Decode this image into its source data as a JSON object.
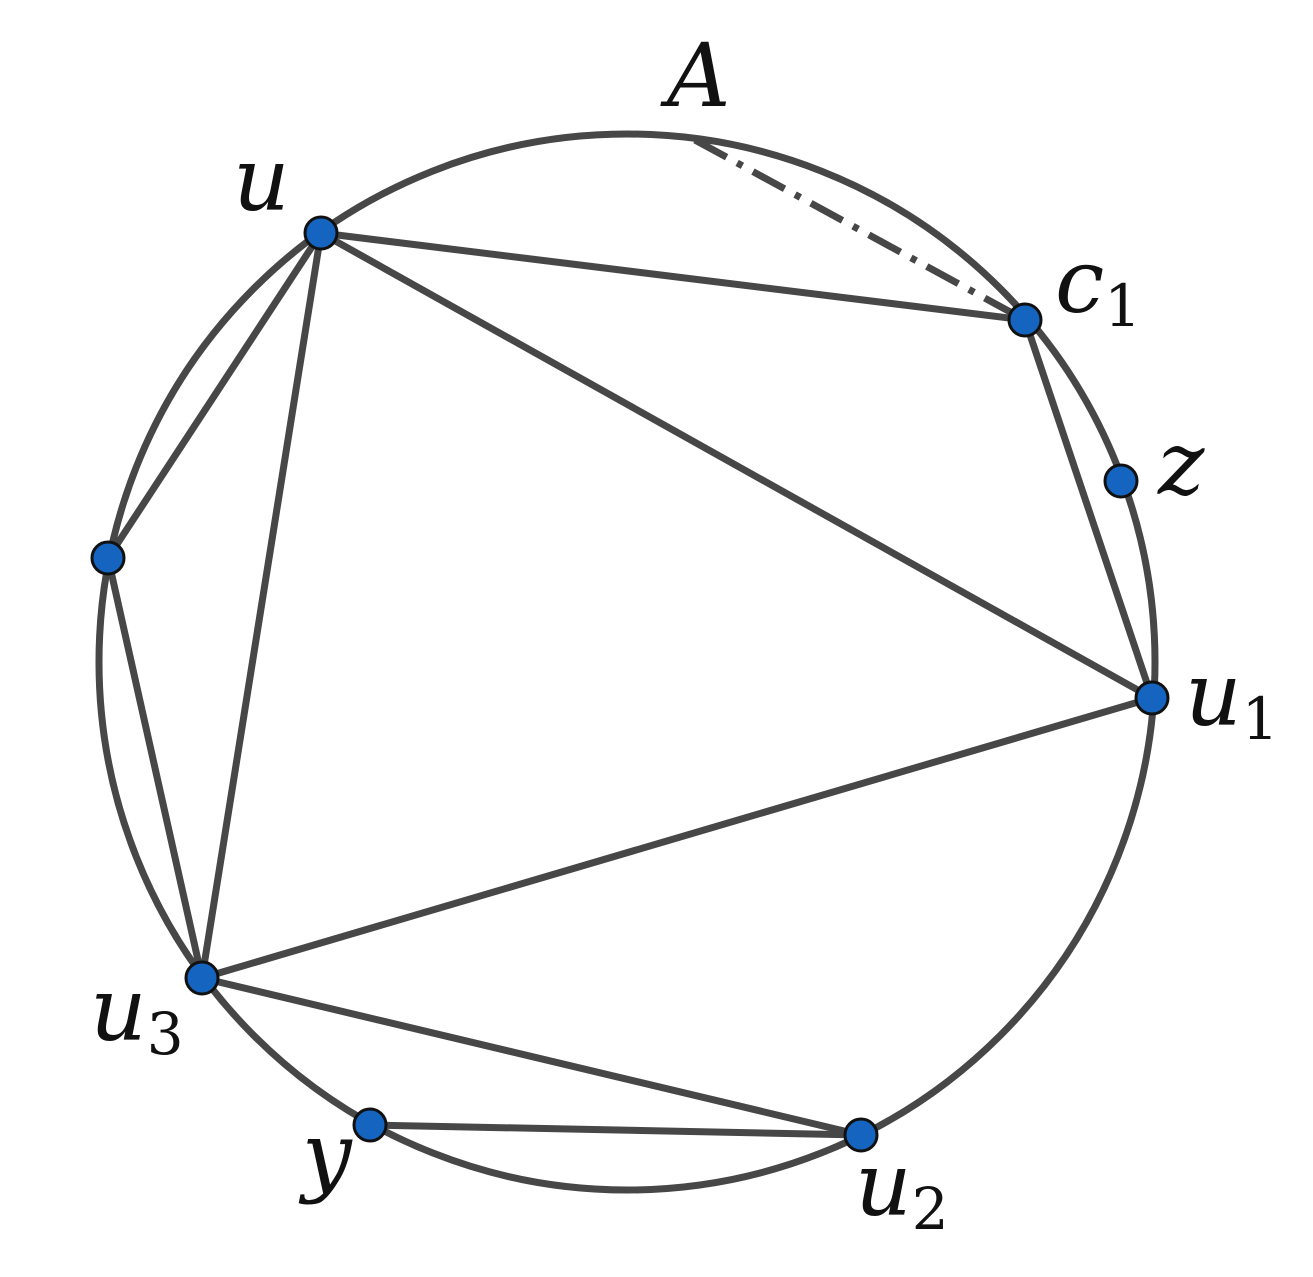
{
  "diagram": {
    "type": "circular-graph",
    "vertex_color": "#1565C0",
    "edge_color": "#474747",
    "labels": {
      "A": "A",
      "u": "u",
      "c1_main": "c",
      "c1_sub": "1",
      "z": "z",
      "u1_main": "u",
      "u1_sub": "1",
      "u2_main": "u",
      "u2_sub": "2",
      "u3_main": "u",
      "u3_sub": "3",
      "y": "y"
    },
    "vertices": [
      "u",
      "c1",
      "z",
      "u1",
      "u2",
      "y",
      "u3",
      "unlabeled-left"
    ],
    "edges": [
      [
        "u",
        "c1"
      ],
      [
        "u",
        "u1"
      ],
      [
        "u",
        "u3"
      ],
      [
        "u",
        "unlabeled-left"
      ],
      [
        "unlabeled-left",
        "u3"
      ],
      [
        "c1",
        "u1"
      ],
      [
        "u1",
        "u3"
      ],
      [
        "u3",
        "u2"
      ],
      [
        "y",
        "u2"
      ]
    ],
    "dashed_edges": [
      [
        "A",
        "c1"
      ]
    ]
  }
}
